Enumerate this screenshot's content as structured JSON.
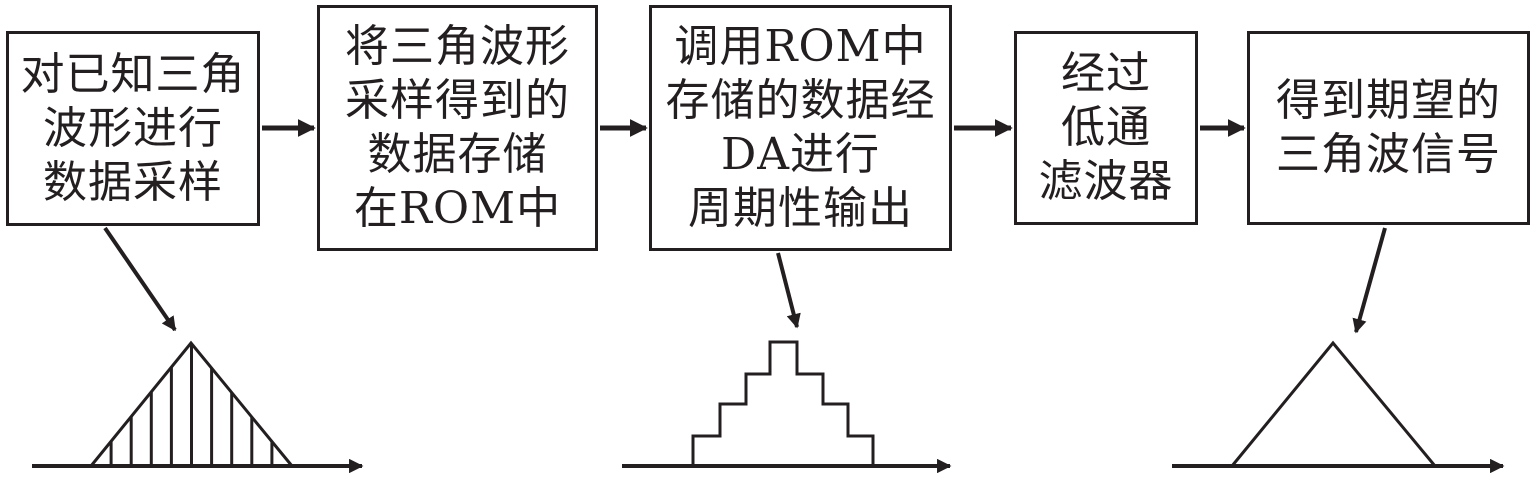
{
  "boxes": [
    {
      "id": "b1",
      "lines": [
        "对已知三角",
        "波形进行",
        "数据采样"
      ]
    },
    {
      "id": "b2",
      "lines": [
        "将三角波形",
        "采样得到的",
        "数据存储",
        "在ROM中"
      ]
    },
    {
      "id": "b3",
      "lines": [
        "调用ROM中",
        "存储的数据经",
        "DA进行",
        "周期性输出"
      ]
    },
    {
      "id": "b4",
      "lines": [
        "经过",
        "低通",
        "滤波器"
      ]
    },
    {
      "id": "b5",
      "lines": [
        "得到期望的",
        "三角波信号"
      ]
    }
  ],
  "waveforms": [
    {
      "name": "sampled-triangle",
      "type": "triangle-with-sample-lines",
      "samples": 9
    },
    {
      "name": "staircase-output",
      "type": "staircase",
      "steps": 4
    },
    {
      "name": "smooth-triangle",
      "type": "triangle"
    }
  ],
  "colors": {
    "stroke": "#231f20",
    "background": "#ffffff"
  }
}
